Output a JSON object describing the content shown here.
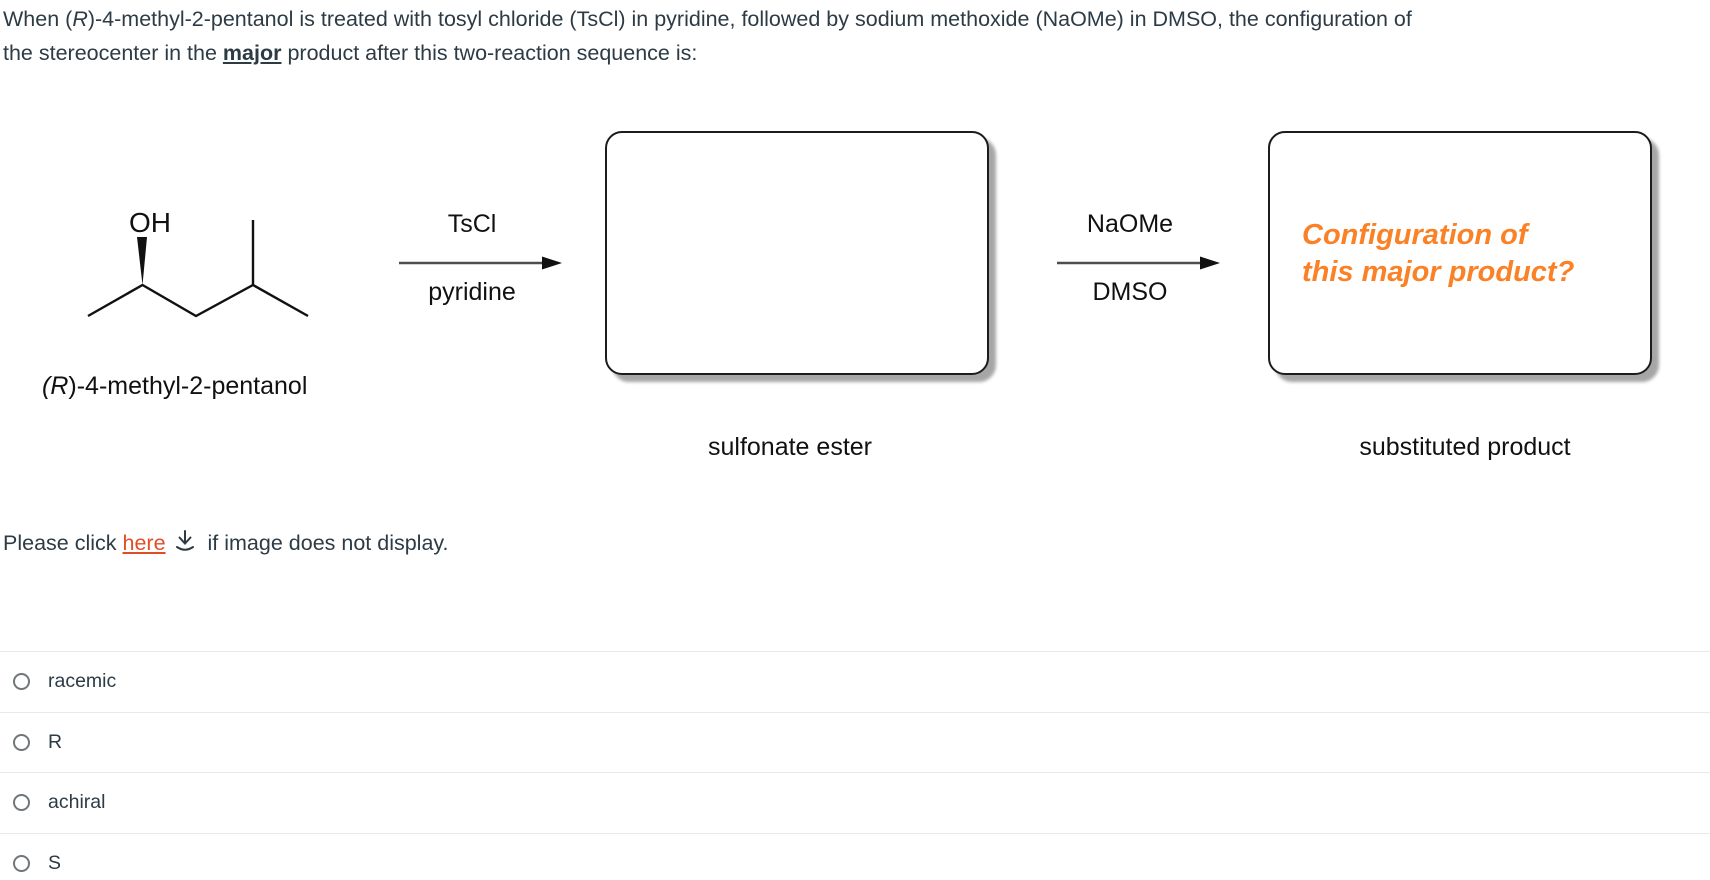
{
  "question": {
    "part1": "When (",
    "stereo_r": "R",
    "part2": ")-4-methyl-2-pentanol is treated with tosyl chloride (TsCl) in pyridine, followed by sodium methoxide (NaOMe) in DMSO, the configuration of",
    "part3": "the stereocenter in the ",
    "major_word": "major",
    "part4": " product after this two-reaction sequence is:"
  },
  "diagram": {
    "reactant": {
      "oh_label": "OH",
      "caption_pre": "(",
      "caption_r": "R",
      "caption_post": ")-4-methyl-2-pentanol"
    },
    "step1": {
      "reagent_above": "TsCl",
      "reagent_below": "pyridine"
    },
    "intermediate_caption": "sulfonate ester",
    "step2": {
      "reagent_above": "NaOMe",
      "reagent_below": "DMSO"
    },
    "product_box": {
      "line1": "Configuration of",
      "line2": "this major product?"
    },
    "product_caption": "substituted product"
  },
  "fallback": {
    "pre": "Please click ",
    "link_text": "here",
    "post": " if image does not display."
  },
  "options": [
    {
      "label": "racemic"
    },
    {
      "label": "R"
    },
    {
      "label": "achiral"
    },
    {
      "label": "S"
    }
  ],
  "colors": {
    "body_text": "#2D3B45",
    "chem_text": "#111111",
    "accent_orange": "#FA8125",
    "link_orange_red": "#E04E26",
    "divider": "#E7E9EA"
  }
}
